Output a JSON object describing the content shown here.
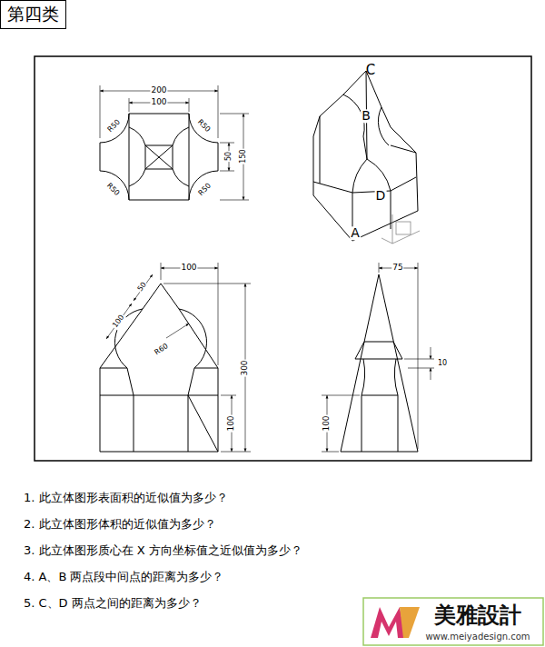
{
  "diagram": {
    "nodes": [
      {
        "text": [
          "第四类"
        ]
      }
    ],
    "labels": [
      "200",
      "100",
      "R50",
      "R50",
      "50",
      "150",
      "R50",
      "R50",
      "C",
      "B",
      "D",
      "A",
      "100",
      "50",
      "100",
      "R60",
      "300",
      "100",
      "75",
      "10",
      "100",
      "1. 此立体图形表面积的近似值为多少？",
      "2. 此立体图形体积的近似值为多少？",
      "3. 此立体图形质心在 X 方向坐标值之近似值为多少？",
      "4. A、B 两点段中间点的距离为多少？",
      "5. C、D 两点之间的距离为多少？",
      "美雅設計",
      "www.meiyadesign.com"
    ]
  }
}
